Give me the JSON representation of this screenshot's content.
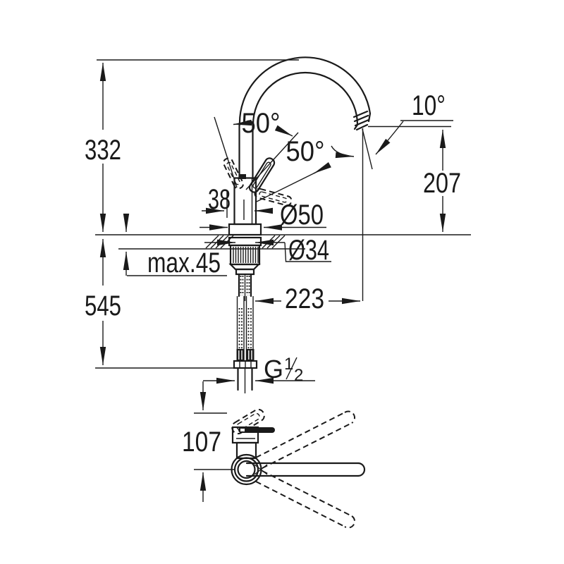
{
  "title": "faucet-technical-dimension-drawing",
  "colors": {
    "line": "#1a1a1a",
    "background": "#ffffff"
  },
  "dims": {
    "d332": "332",
    "d545": "545",
    "d38": "38",
    "dia50": "Ø50",
    "dia34": "Ø34",
    "max45": "max.45",
    "d223": "223",
    "d207": "207",
    "d10deg": "10°",
    "d50deg_left": "50°",
    "d50deg_right": "50°",
    "d107": "107",
    "thread_letter": "G",
    "thread_numerator": "1",
    "thread_denominator": "2"
  }
}
